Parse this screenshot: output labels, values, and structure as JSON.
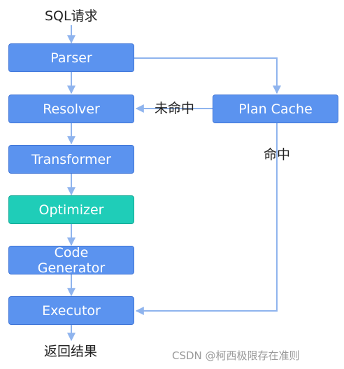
{
  "input_label": "SQL请求",
  "output_label": "返回结果",
  "nodes": {
    "parser": "Parser",
    "resolver": "Resolver",
    "transformer": "Transformer",
    "optimizer": "Optimizer",
    "code_generator": [
      "Code",
      "Generator"
    ],
    "executor": "Executor",
    "plan_cache": "Plan Cache"
  },
  "edges": {
    "miss": "未命中",
    "hit": "命中"
  },
  "watermark": "CSDN @柯西极限存在准则",
  "colors": {
    "box_fill": "#5b93ef",
    "box_border": "#3f74d6",
    "highlight_fill": "#1fcdb8",
    "arrow": "#8fb4ee"
  }
}
